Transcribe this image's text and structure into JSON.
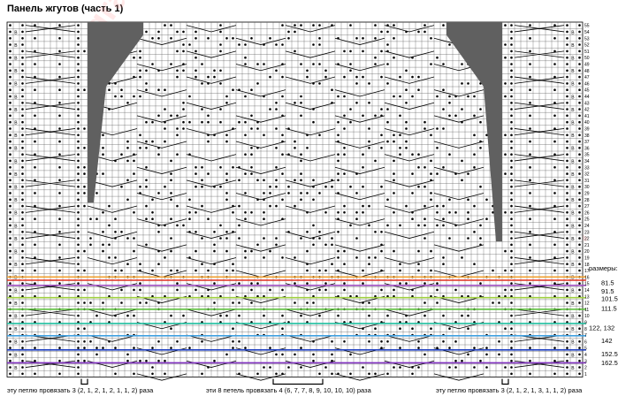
{
  "title": "Панель жгутов (часть 1)",
  "size_header": "размеры:",
  "size_labels": [
    "81.5",
    "91.5",
    "101.5",
    "111.5",
    "122, 132",
    "142",
    "152.5",
    "162.5"
  ],
  "size_line_colors": [
    "#f0a030",
    "#e03020",
    "#a050c0",
    "#a0d040",
    "#60c040",
    "#20c0a0",
    "#40a0e0",
    "#2040c0",
    "#8030c0"
  ],
  "row_numbers": [
    "55",
    "54",
    "53",
    "52",
    "51",
    "50",
    "49",
    "48",
    "47",
    "46",
    "45",
    "44",
    "43",
    "42",
    "41",
    "40",
    "39",
    "38",
    "37",
    "36",
    "35",
    "34",
    "33",
    "32",
    "31",
    "30",
    "29",
    "28",
    "27",
    "26",
    "25",
    "24",
    "23",
    "22",
    "21",
    "20",
    "19",
    "18",
    "17",
    "16",
    "15",
    "14",
    "13",
    "12",
    "11",
    "10",
    "9",
    "8",
    "7",
    "6",
    "5",
    "4",
    "3",
    "2",
    "1"
  ],
  "notes": {
    "left": "эту петлю провязать 3 (2, 1, 2, 1, 2, 1, 1, 2) раза",
    "middle": "эти 8 петель провязать 4 (6, 7, 7, 8, 9, 10, 10, 10) раза",
    "right": "эту петлю провязать 3 (2, 1, 2, 1, 3, 1, 1, 2) раза"
  },
  "stitch_symbol": "В",
  "watermark": "Gallagram"
}
